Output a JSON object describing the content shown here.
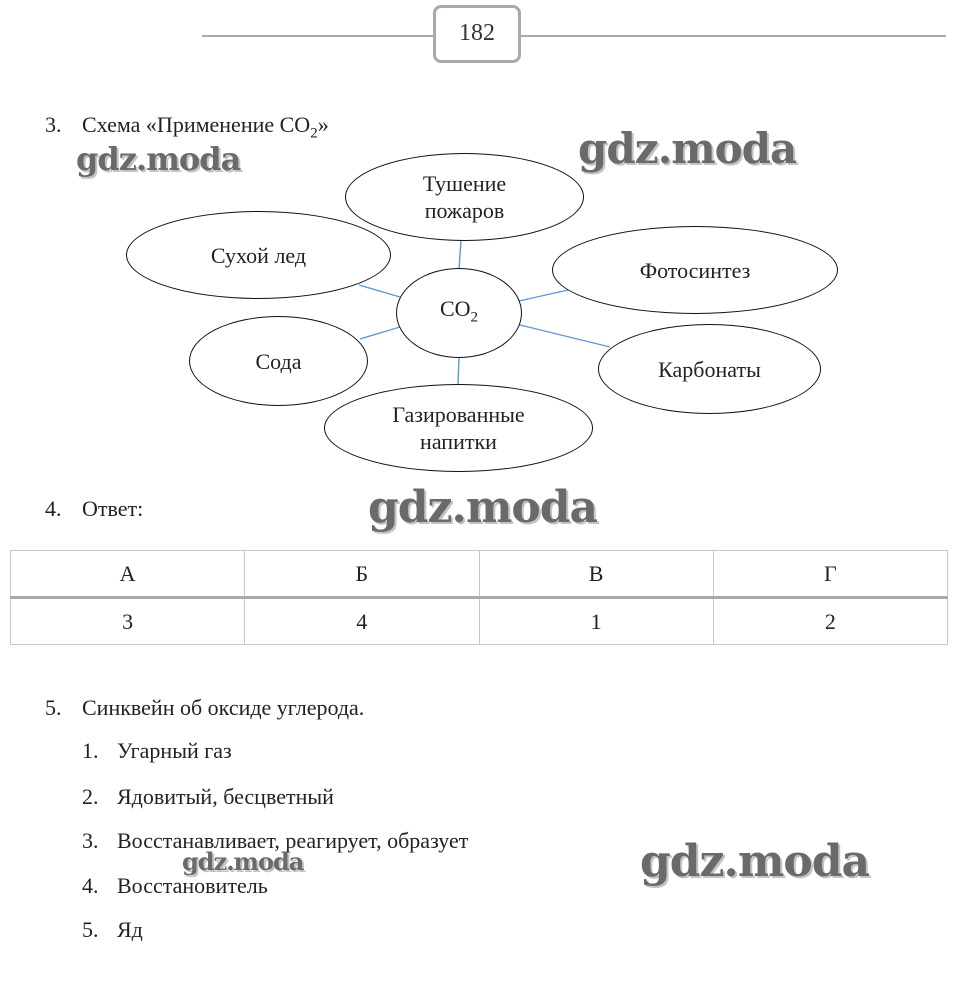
{
  "page_number": "182",
  "q3": {
    "number": "3.",
    "title_prefix": "Схема «Применение CO",
    "title_sub": "2",
    "title_suffix": "»"
  },
  "diagram": {
    "center": {
      "text": "CO",
      "sub": "2"
    },
    "nodes": {
      "fire": {
        "line1": "Тушение",
        "line2": "пожаров"
      },
      "dry_ice": "Сухой лед",
      "photosynthesis": "Фотосинтез",
      "soda": "Сода",
      "carbonates": "Карбонаты",
      "drinks": {
        "line1": "Газированные",
        "line2": "напитки"
      }
    },
    "line_color": "#5b9bd5"
  },
  "q4": {
    "number": "4.",
    "label": "Ответ:",
    "headers": [
      "А",
      "Б",
      "В",
      "Г"
    ],
    "values": [
      "3",
      "4",
      "1",
      "2"
    ]
  },
  "q5": {
    "number": "5.",
    "title": "Синквейн об оксиде углерода.",
    "items": [
      {
        "n": "1.",
        "text": "Угарный газ"
      },
      {
        "n": "2.",
        "text": "Ядовитый, бесцветный"
      },
      {
        "n": "3.",
        "text": "Восстанавливает, реагирует, образует"
      },
      {
        "n": "4.",
        "text": "Восстановитель"
      },
      {
        "n": "5.",
        "text": "Яд"
      }
    ]
  },
  "watermark_text": "gdz.moda"
}
